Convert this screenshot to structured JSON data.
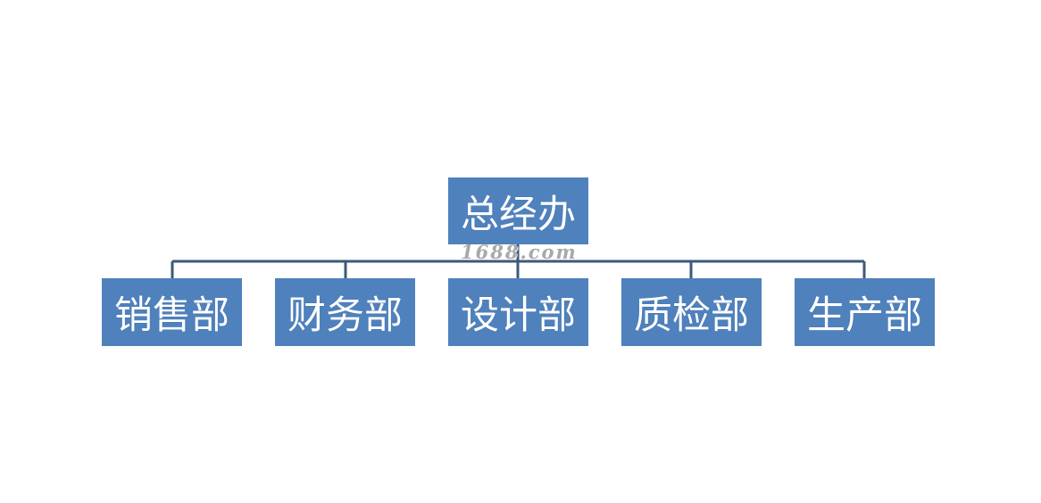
{
  "org_chart": {
    "root": {
      "label": "总经办"
    },
    "children": [
      {
        "label": "销售部"
      },
      {
        "label": "财务部"
      },
      {
        "label": "设计部"
      },
      {
        "label": "质检部"
      },
      {
        "label": "生产部"
      }
    ]
  },
  "watermark": {
    "text": "1688.com"
  },
  "colors": {
    "node_fill": "#4f81bd",
    "connector": "#3c5a7a",
    "node_text": "#ffffff"
  }
}
